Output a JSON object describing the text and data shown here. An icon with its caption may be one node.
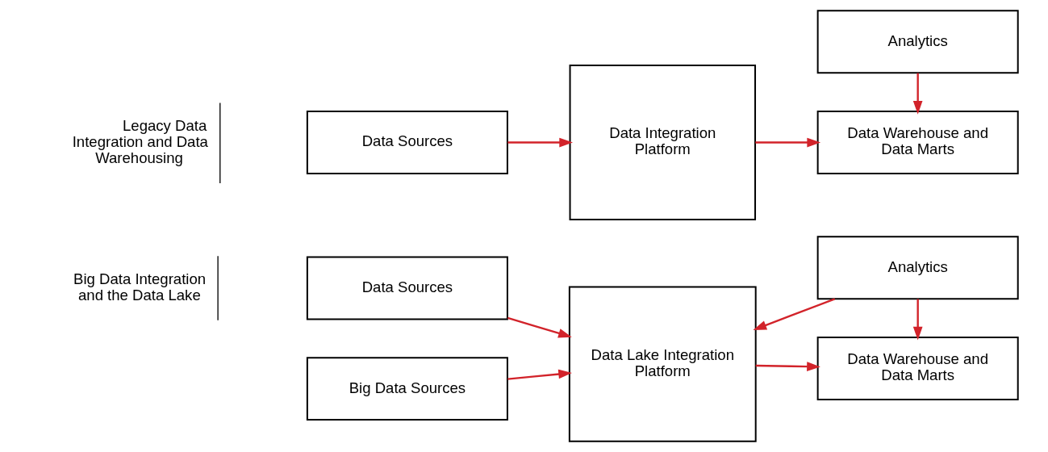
{
  "diagram": {
    "nodes": [
      {
        "text": [
          "Data Sources"
        ]
      },
      {
        "text": [
          "Data Integration Platform"
        ]
      },
      {
        "text": [
          "Data Warehouse and Data Marts"
        ]
      },
      {
        "text": [
          "Analytics"
        ]
      },
      {
        "text": [
          "Data Sources"
        ]
      },
      {
        "text": [
          "Big Data Sources"
        ]
      },
      {
        "text": [
          "Data Lake Integration Platform"
        ]
      },
      {
        "text": [
          "Data Warehouse and Data Marts"
        ]
      },
      {
        "text": [
          "Analytics"
        ]
      }
    ],
    "edges": [
      {
        "from": 0,
        "to": 1,
        "arrow": "to"
      },
      {
        "from": 1,
        "to": 2,
        "arrow": "to"
      },
      {
        "from": 3,
        "to": 2,
        "arrow": "to"
      },
      {
        "from": 4,
        "to": 6,
        "arrow": "to"
      },
      {
        "from": 5,
        "to": 6,
        "arrow": "to"
      },
      {
        "from": 6,
        "to": 7,
        "arrow": "to"
      },
      {
        "from": 8,
        "to": 7,
        "arrow": "to"
      },
      {
        "from": 8,
        "to": 6,
        "arrow": "to"
      }
    ],
    "labels": [
      "Legacy Data Integration and Data Warehousing",
      "Big Data Integration and the Data Lake"
    ]
  }
}
